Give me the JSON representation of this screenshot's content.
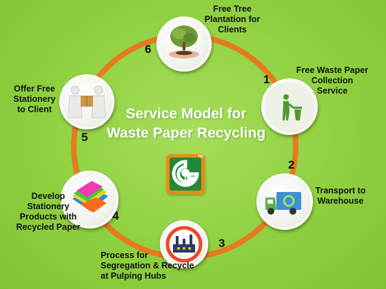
{
  "title_line1": "Service Model for",
  "title_line2": "Waste Paper Recycling",
  "colors": {
    "background": "#8fd040",
    "ring": "#e87a1e",
    "logo_outer": "#f08a12",
    "logo_inner": "#1f8a3a"
  },
  "logo": {
    "tm": "TM"
  },
  "steps": [
    {
      "number": "1",
      "lines": [
        "Free Waste Paper",
        "Collection",
        "Service"
      ],
      "icon": "trash-bin-icon"
    },
    {
      "number": "2",
      "lines": [
        "Transport to",
        "Warehouse"
      ],
      "icon": "recycle-truck-icon"
    },
    {
      "number": "3",
      "lines": [
        "Process for",
        "Segregation & Recycle",
        "at Pulping Hubs"
      ],
      "icon": "factory-icon"
    },
    {
      "number": "4",
      "lines": [
        "Develop",
        "Stationery",
        "Products with",
        "Recycled Paper"
      ],
      "icon": "colored-paper-icon"
    },
    {
      "number": "5",
      "lines": [
        "Offer Free",
        "Stationery",
        "to Client"
      ],
      "icon": "giving-box-icon"
    },
    {
      "number": "6",
      "lines": [
        "Free Tree",
        "Plantation for",
        "Clients"
      ],
      "icon": "tree-in-hands-icon"
    }
  ]
}
